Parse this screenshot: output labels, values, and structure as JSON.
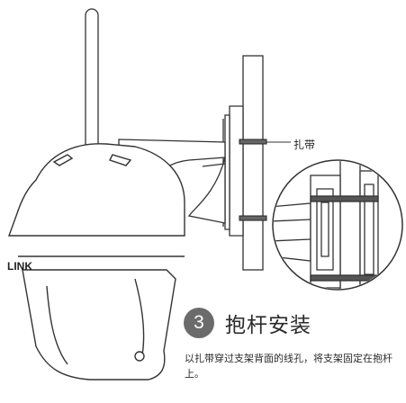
{
  "diagram": {
    "brand_text": "LINK",
    "callout_label": "扎带",
    "step": {
      "number": "3",
      "title": "抱杆安装",
      "description": "以扎带穿过支架背面的线孔，将支架固定在抱杆上。"
    }
  }
}
